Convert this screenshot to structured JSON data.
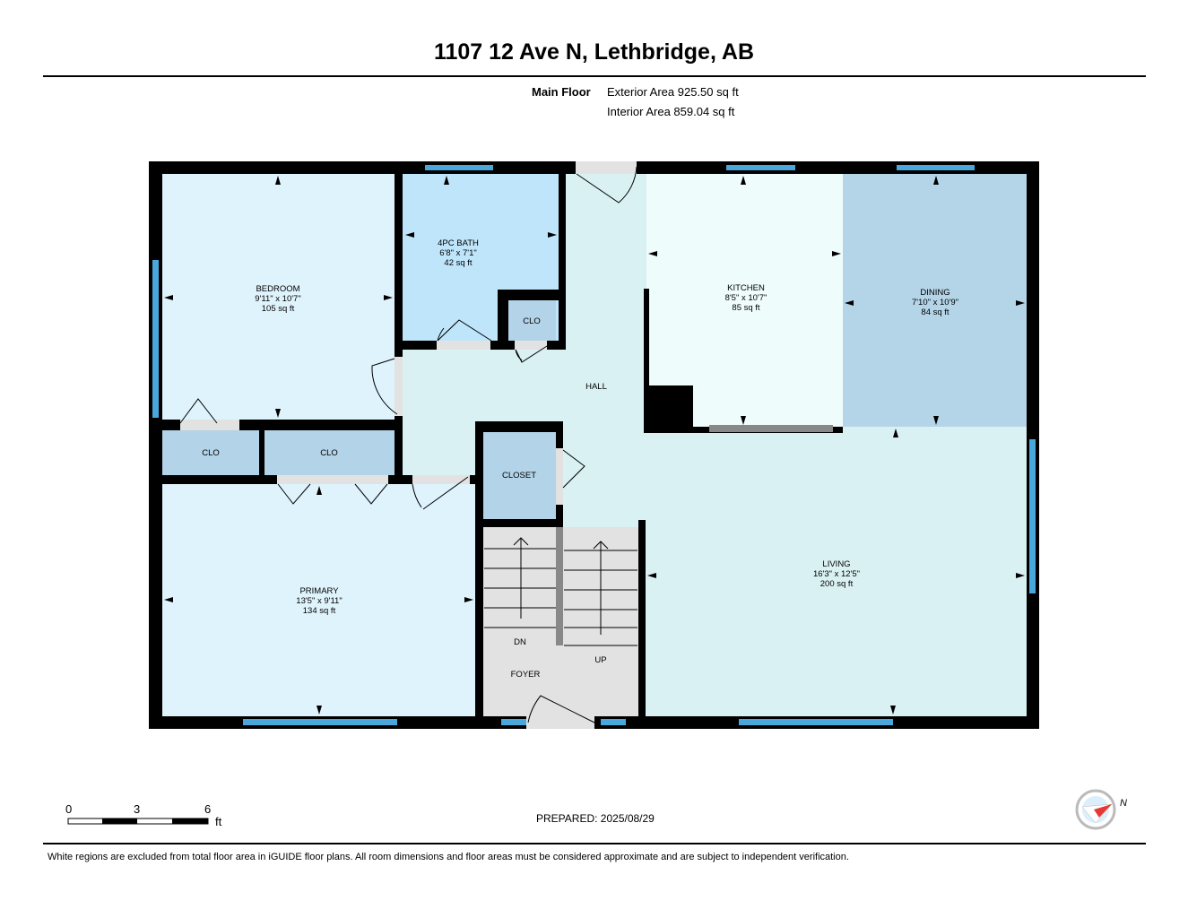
{
  "header": {
    "title": "1107 12 Ave N, Lethbridge, AB",
    "floor_name": "Main Floor",
    "exterior_area": "Exterior Area 925.50 sq ft",
    "interior_area": "Interior Area 859.04 sq ft"
  },
  "rooms": {
    "bedroom": {
      "name": "BEDROOM",
      "dims": "9'11\" x 10'7\"",
      "area": "105 sq ft"
    },
    "bath": {
      "name": "4PC BATH",
      "dims": "6'8\" x 7'1\"",
      "area": "42 sq ft"
    },
    "kitchen": {
      "name": "KITCHEN",
      "dims": "8'5\" x 10'7\"",
      "area": "85 sq ft"
    },
    "dining": {
      "name": "DINING",
      "dims": "7'10\" x 10'9\"",
      "area": "84 sq ft"
    },
    "primary": {
      "name": "PRIMARY",
      "dims": "13'5\" x 9'11\"",
      "area": "134 sq ft"
    },
    "living": {
      "name": "LIVING",
      "dims": "16'3\" x 12'5\"",
      "area": "200 sq ft"
    },
    "hall": {
      "name": "HALL"
    },
    "foyer": {
      "name": "FOYER"
    },
    "closet": {
      "name": "CLOSET"
    },
    "clo": {
      "name": "CLO"
    },
    "stairs_down": {
      "name": "DN"
    },
    "stairs_up": {
      "name": "UP"
    }
  },
  "colors": {
    "bedroom_fill": "#dff3fc",
    "bath_fill": "#bee5fa",
    "closet_fill": "#b3d3e8",
    "kitchen_fill": "#effcfc",
    "dining_fill": "#b4d4e8",
    "hall_living_fill": "#d9f1f2",
    "foyer_fill": "#e2e2e2",
    "wall": "#000000",
    "window": "#4aa7dc"
  },
  "scale": {
    "ticks": [
      "0",
      "3",
      "6"
    ],
    "unit": "ft"
  },
  "compass": {
    "label": "N"
  },
  "prepared": "PREPARED: 2025/08/29",
  "footer_note": "White regions are excluded from total floor area in iGUIDE floor plans. All room dimensions and floor areas must be considered approximate and are subject to independent verification."
}
